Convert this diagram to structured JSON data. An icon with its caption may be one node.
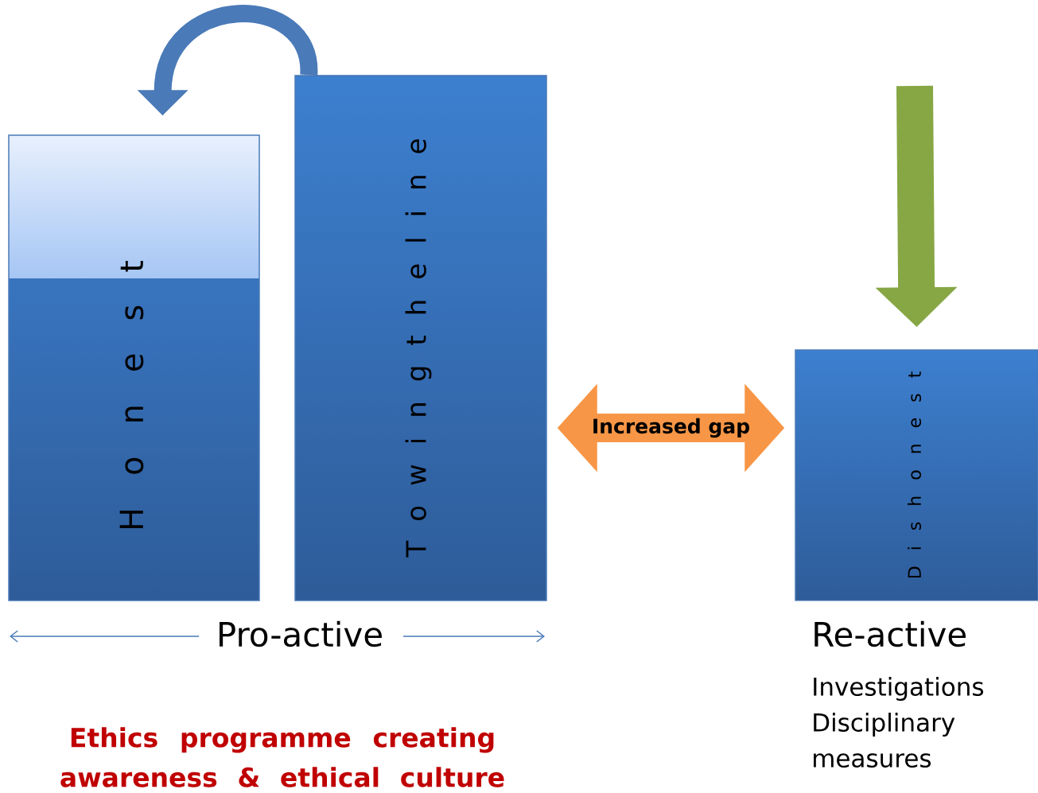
{
  "diagram": {
    "nodes": [
      {
        "text": [
          "H o n e s t"
        ]
      },
      {
        "text": [
          "T o w i n g t h e l i n e"
        ]
      },
      {
        "text": [
          "D i s h o n e s t"
        ]
      }
    ],
    "edges": [
      {
        "from": 1,
        "to": 0,
        "arrow": "to",
        "color": "#4a7ab8"
      },
      {
        "from": null,
        "to": 2,
        "arrow": "to",
        "color": "#86a744"
      },
      {
        "from": 1,
        "to": 2,
        "arrow": "both",
        "label": "Increased gap",
        "color": "#f79646"
      }
    ],
    "labels": [
      "Pro-active",
      "Re-active",
      "Investigations Disciplinary measures",
      "Ethics programme creating awareness & ethical culture"
    ]
  }
}
